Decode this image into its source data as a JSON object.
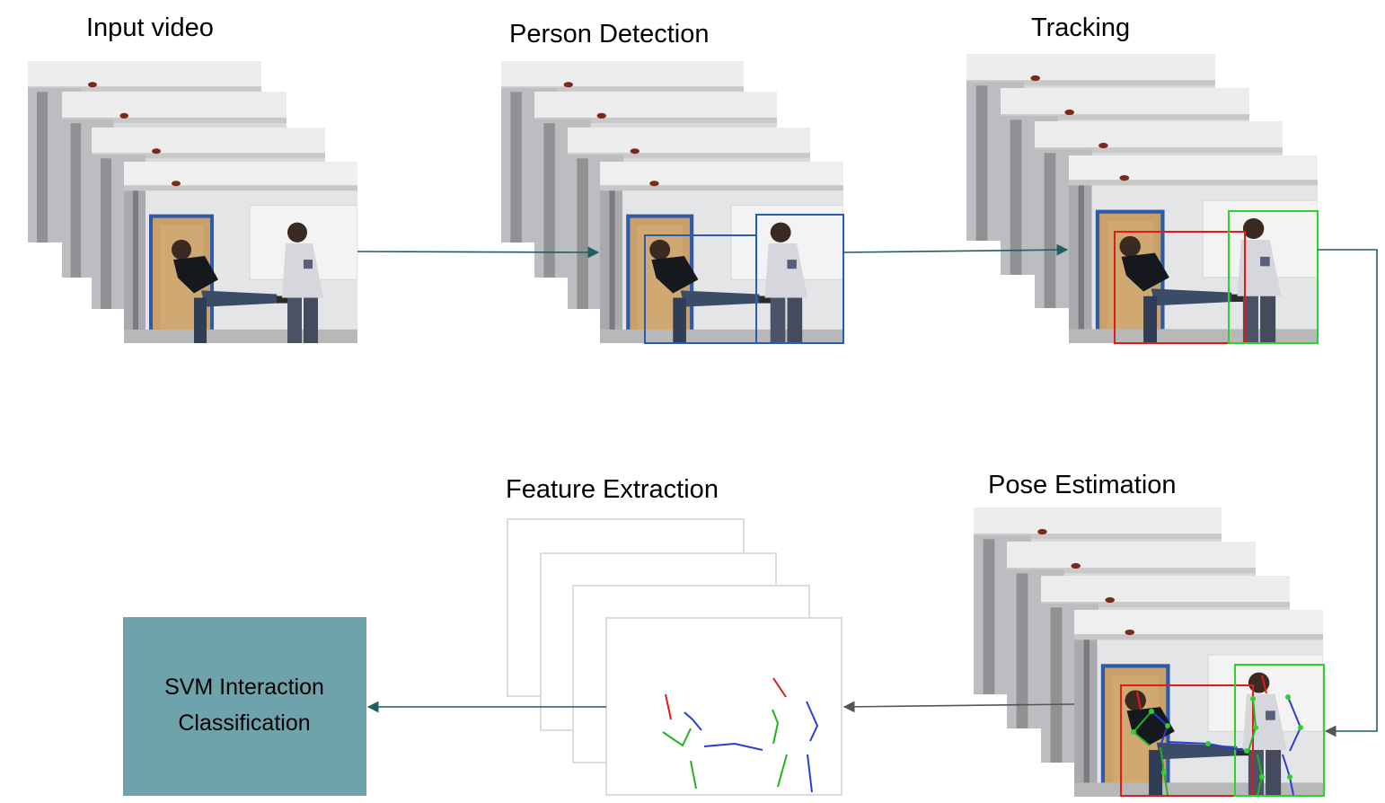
{
  "stages": {
    "input_video": {
      "title": "Input video"
    },
    "person_detection": {
      "title": "Person Detection"
    },
    "tracking": {
      "title": "Tracking"
    },
    "pose_estimation": {
      "title": "Pose Estimation"
    },
    "feature_extraction": {
      "title": "Feature Extraction"
    },
    "classification": {
      "line1": "SVM Interaction",
      "line2": "Classification"
    }
  },
  "colors": {
    "arrow": "#1f5e62",
    "arrow_grey": "#555555",
    "detection_box": "#2a5db0",
    "track_person_1": "#e11b1b",
    "track_person_2": "#2fd12f",
    "svm_box": "#6fa3ab",
    "frame_border": "#dcdcdc"
  }
}
